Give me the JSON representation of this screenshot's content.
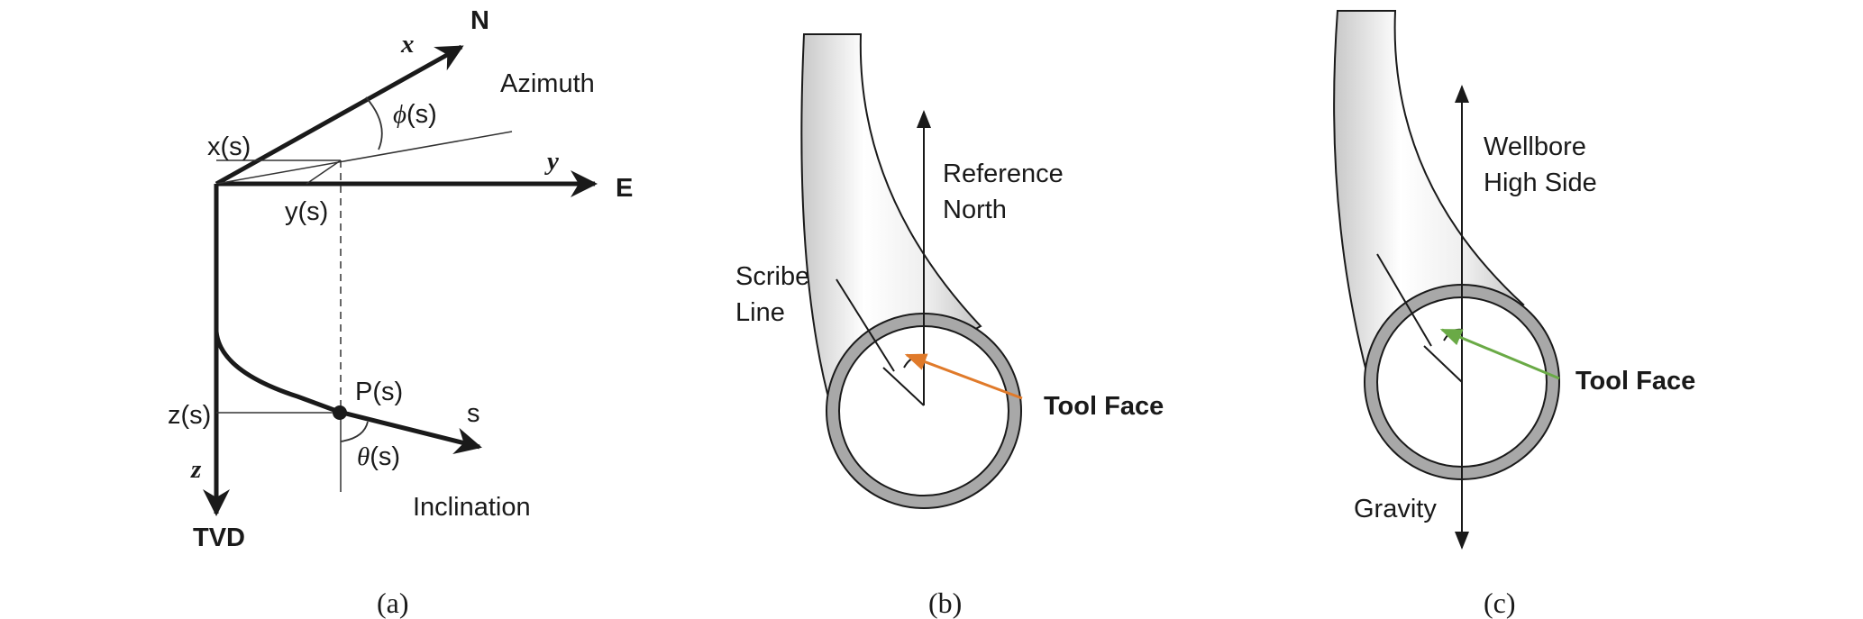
{
  "panel_a": {
    "axis_north": "N",
    "axis_east": "E",
    "axis_down": "TVD",
    "var_x": "x",
    "var_y": "y",
    "var_z": "z",
    "label_xs": "x(s)",
    "label_ys": "y(s)",
    "label_zs": "z(s)",
    "label_ps": "P(s)",
    "label_s": "s",
    "label_phi_symbol": "ϕ",
    "label_phi_arg": "(s)",
    "label_theta_symbol": "θ",
    "label_theta_arg": "(s)",
    "label_azimuth": "Azimuth",
    "label_inclination": "Inclination",
    "caption": "(a)"
  },
  "panel_b": {
    "reference_line1": "Reference",
    "reference_line2": "North",
    "scribe_line1": "Scribe",
    "scribe_line2": "Line",
    "tool_face": "Tool Face",
    "tool_face_color": "#d4691e",
    "caption": "(b)"
  },
  "panel_c": {
    "high_side_line1": "Wellbore",
    "high_side_line2": "High Side",
    "gravity": "Gravity",
    "tool_face": "Tool Face",
    "tool_face_color": "#5a9a3a",
    "caption": "(c)"
  }
}
